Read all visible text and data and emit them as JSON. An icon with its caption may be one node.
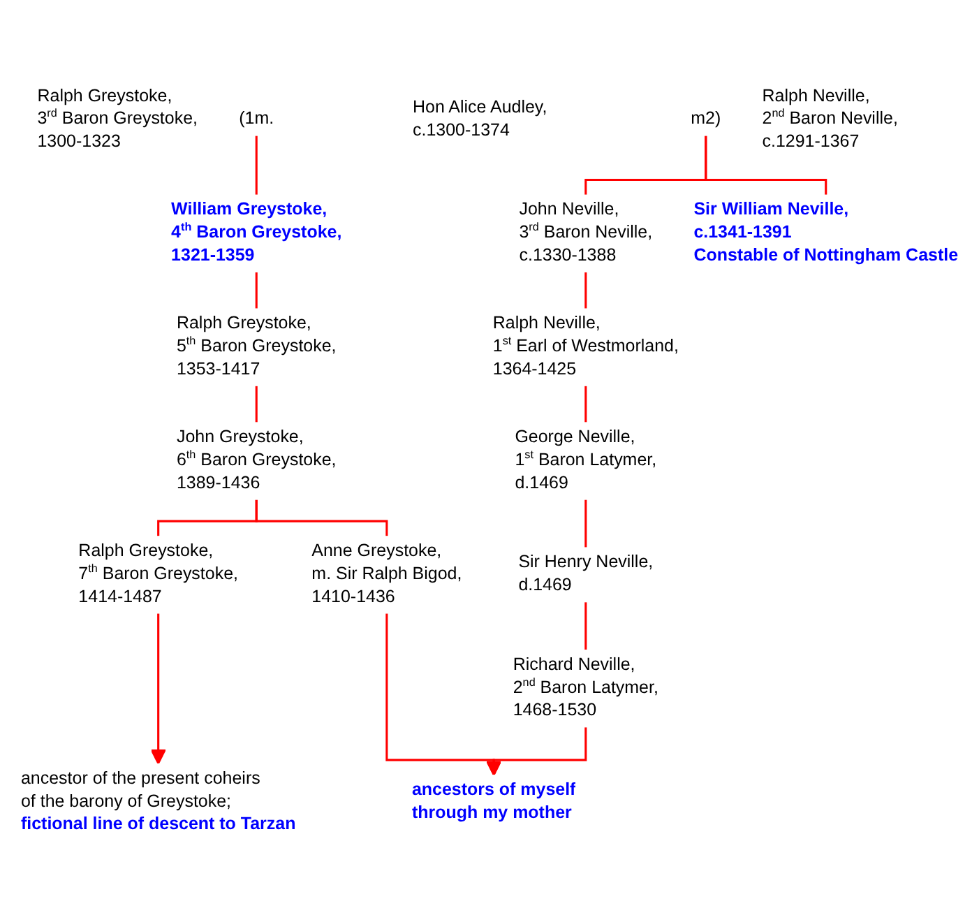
{
  "diagram": {
    "nodes": [
      {
        "text": [
          "Ralph Greystoke,",
          "3$^{rd}$ Baron Greystoke,",
          "1300-1323"
        ]
      },
      {
        "text": [
          "(1m."
        ]
      },
      {
        "text": [
          "Hon Alice Audley,",
          "c.1300-1374"
        ]
      },
      {
        "text": [
          "m2)"
        ]
      },
      {
        "text": [
          "Ralph Neville,",
          "2$^{nd}$ Baron Neville,",
          "c.1291-1367"
        ]
      },
      {
        "text": [
          "William Greystoke,",
          "4$^{th}$ Baron Greystoke,",
          "1321-1359"
        ]
      },
      {
        "text": [
          "John Neville,",
          "3$^{rd}$ Baron Neville,",
          "c.1330-1388"
        ]
      },
      {
        "text": [
          "Sir William Neville,",
          "c.1341-1391",
          "Constable of Nottingham Castle"
        ]
      },
      {
        "text": [
          "Ralph Greystoke,",
          "5$^{th}$ Baron Greystoke,",
          "1353-1417"
        ]
      },
      {
        "text": [
          "Ralph Neville,",
          "1$^{st}$ Earl of Westmorland,",
          "1364-1425"
        ]
      },
      {
        "text": [
          "John Greystoke,",
          "6$^{th}$ Baron Greystoke,",
          "1389-1436"
        ]
      },
      {
        "text": [
          "George Neville,",
          "1$^{st}$ Baron Latymer,",
          "d.1469"
        ]
      },
      {
        "text": [
          "Ralph Greystoke,",
          "7$^{th}$ Baron Greystoke,",
          "1414-1487"
        ]
      },
      {
        "text": [
          "Anne Greystoke,",
          "m. Sir Ralph Bigod,",
          "1410-1436"
        ]
      },
      {
        "text": [
          "Sir Henry Neville,",
          "d.1469"
        ]
      },
      {
        "text": [
          "Richard Neville,",
          "2$^{nd}$ Baron Latymer,",
          "1468-1530"
        ]
      },
      {
        "text": [
          "ancestor of the present coheirs of the barony of Greystoke;",
          "fictional line of descent to Tarzan"
        ]
      },
      {
        "text": [
          "ancestors of myself through my mother"
        ]
      }
    ],
    "edges": [
      {
        "from": 1,
        "to": 5,
        "arrow": "none"
      },
      {
        "from": 3,
        "to": 6,
        "arrow": "none"
      },
      {
        "from": 3,
        "to": 7,
        "arrow": "none"
      },
      {
        "from": 5,
        "to": 8,
        "arrow": "none"
      },
      {
        "from": 6,
        "to": 9,
        "arrow": "none"
      },
      {
        "from": 8,
        "to": 10,
        "arrow": "none"
      },
      {
        "from": 9,
        "to": 11,
        "arrow": "none"
      },
      {
        "from": 10,
        "to": 12,
        "arrow": "none"
      },
      {
        "from": 10,
        "to": 13,
        "arrow": "none"
      },
      {
        "from": 11,
        "to": 14,
        "arrow": "none"
      },
      {
        "from": 14,
        "to": 15,
        "arrow": "none"
      },
      {
        "from": 12,
        "to": 16,
        "arrow": "to"
      },
      {
        "from": 13,
        "to": 17,
        "arrow": "to"
      },
      {
        "from": 15,
        "to": 17,
        "arrow": "to"
      }
    ]
  }
}
